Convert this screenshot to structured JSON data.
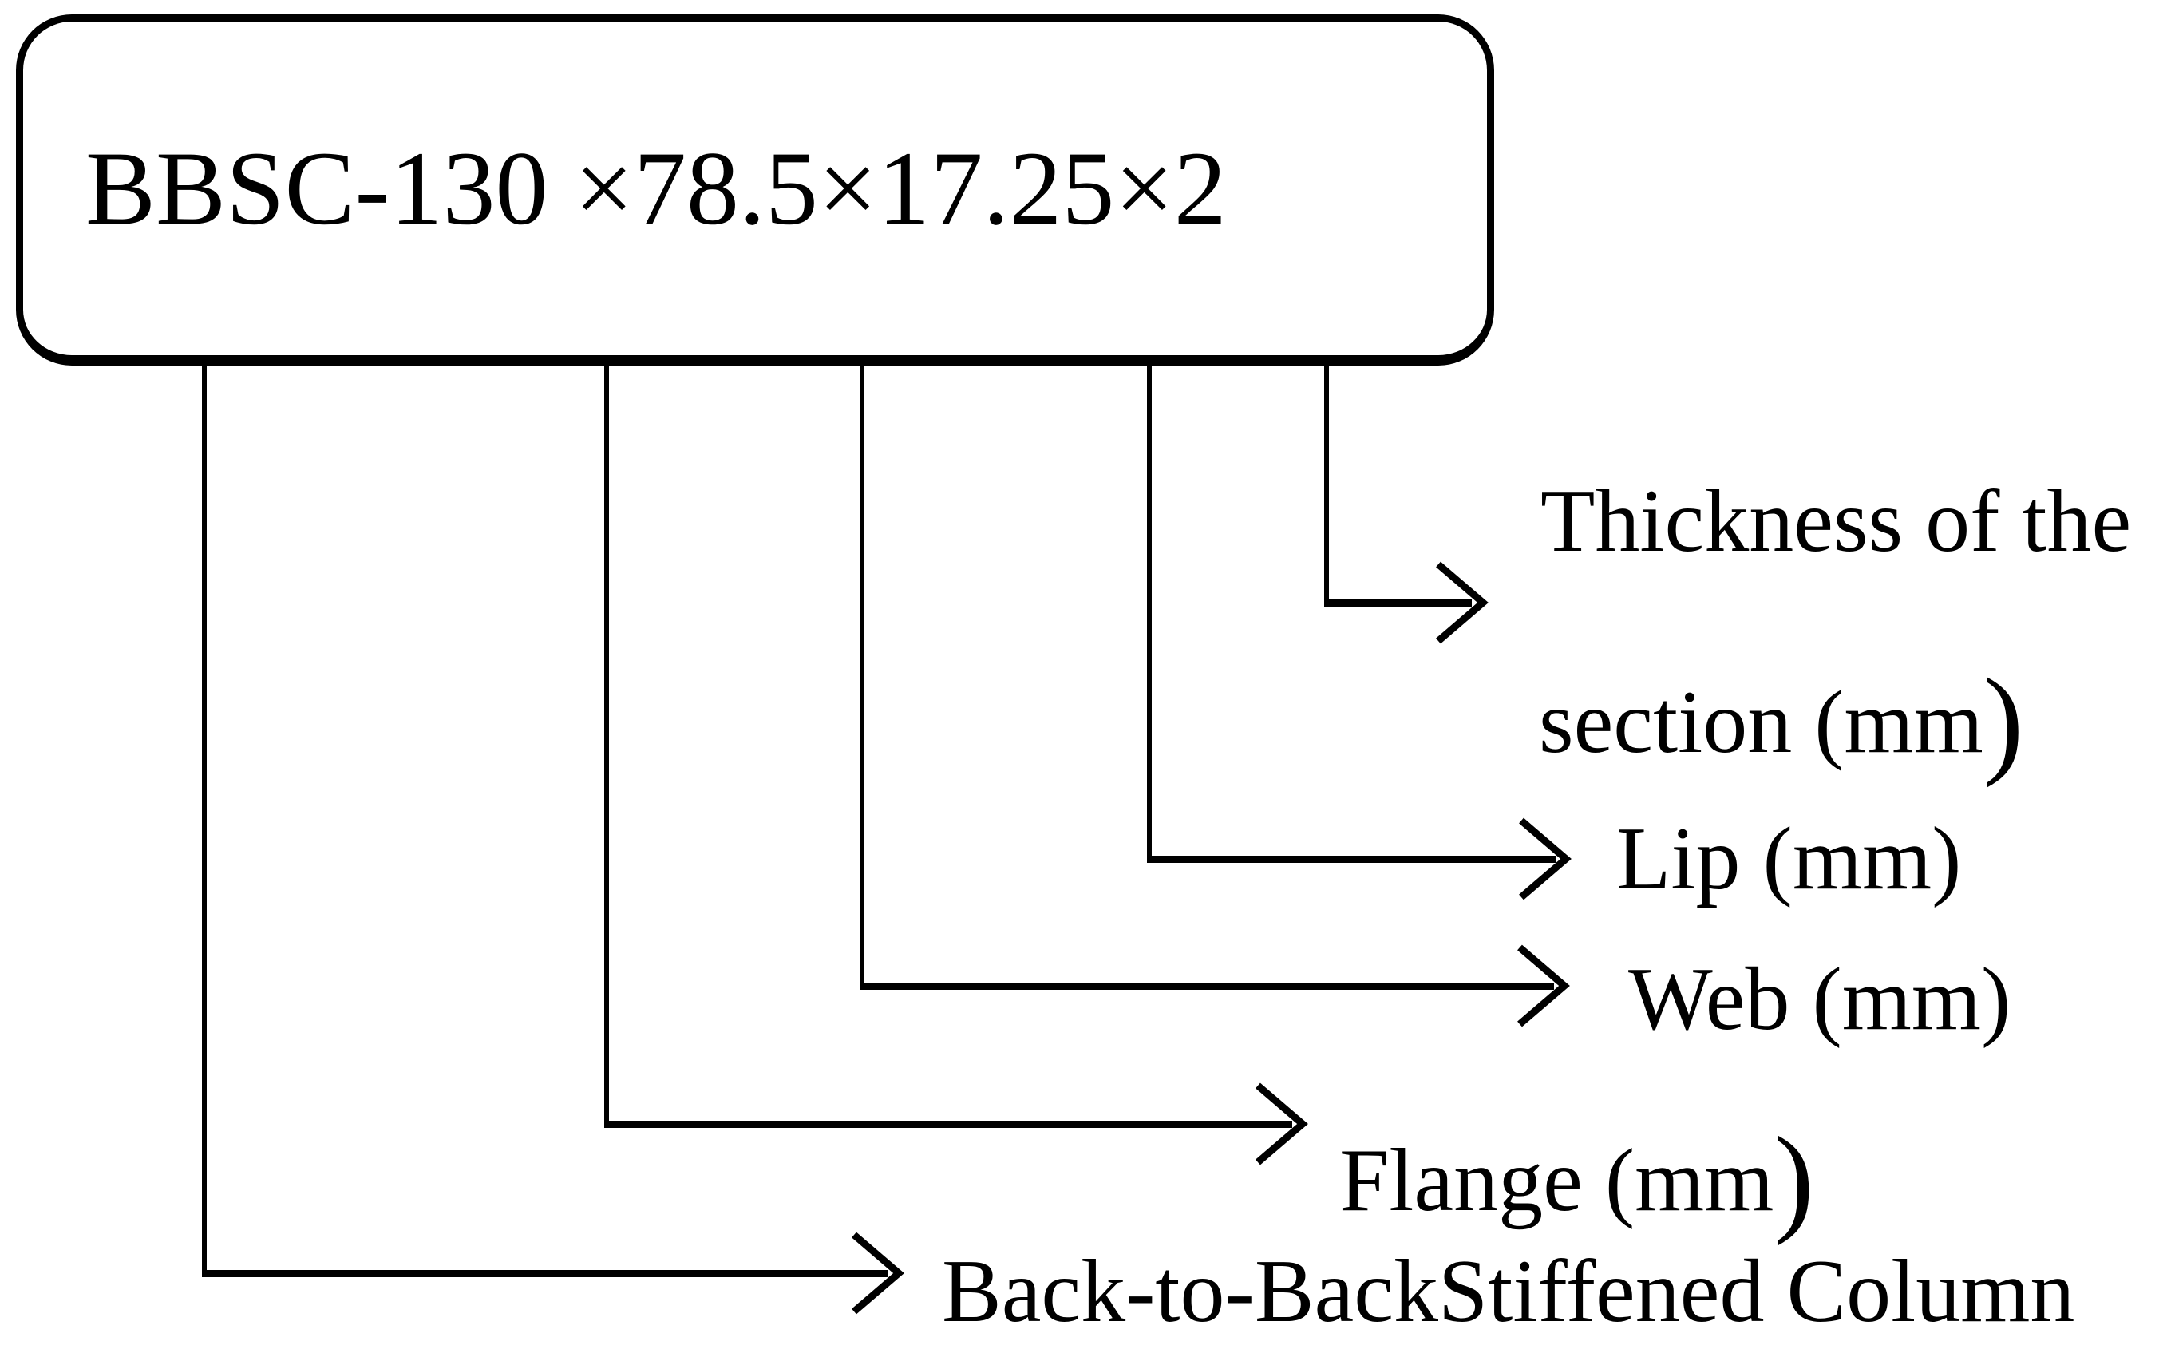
{
  "diagram": {
    "box_label": "BBSC-130 ×78.5×17.25×2",
    "callouts": {
      "thickness": {
        "line1": "Thickness of the",
        "line2_text": "section (mm",
        "line2_paren": ")"
      },
      "lip": {
        "label": "Lip (mm)"
      },
      "web": {
        "label": "Web (mm)"
      },
      "flange": {
        "text": "Flange (mm",
        "paren": ")"
      },
      "back_to_back": {
        "label": "Back-to-BackStiffened Column"
      }
    },
    "colors": {
      "ink": "#000000",
      "background": "#ffffff"
    }
  }
}
